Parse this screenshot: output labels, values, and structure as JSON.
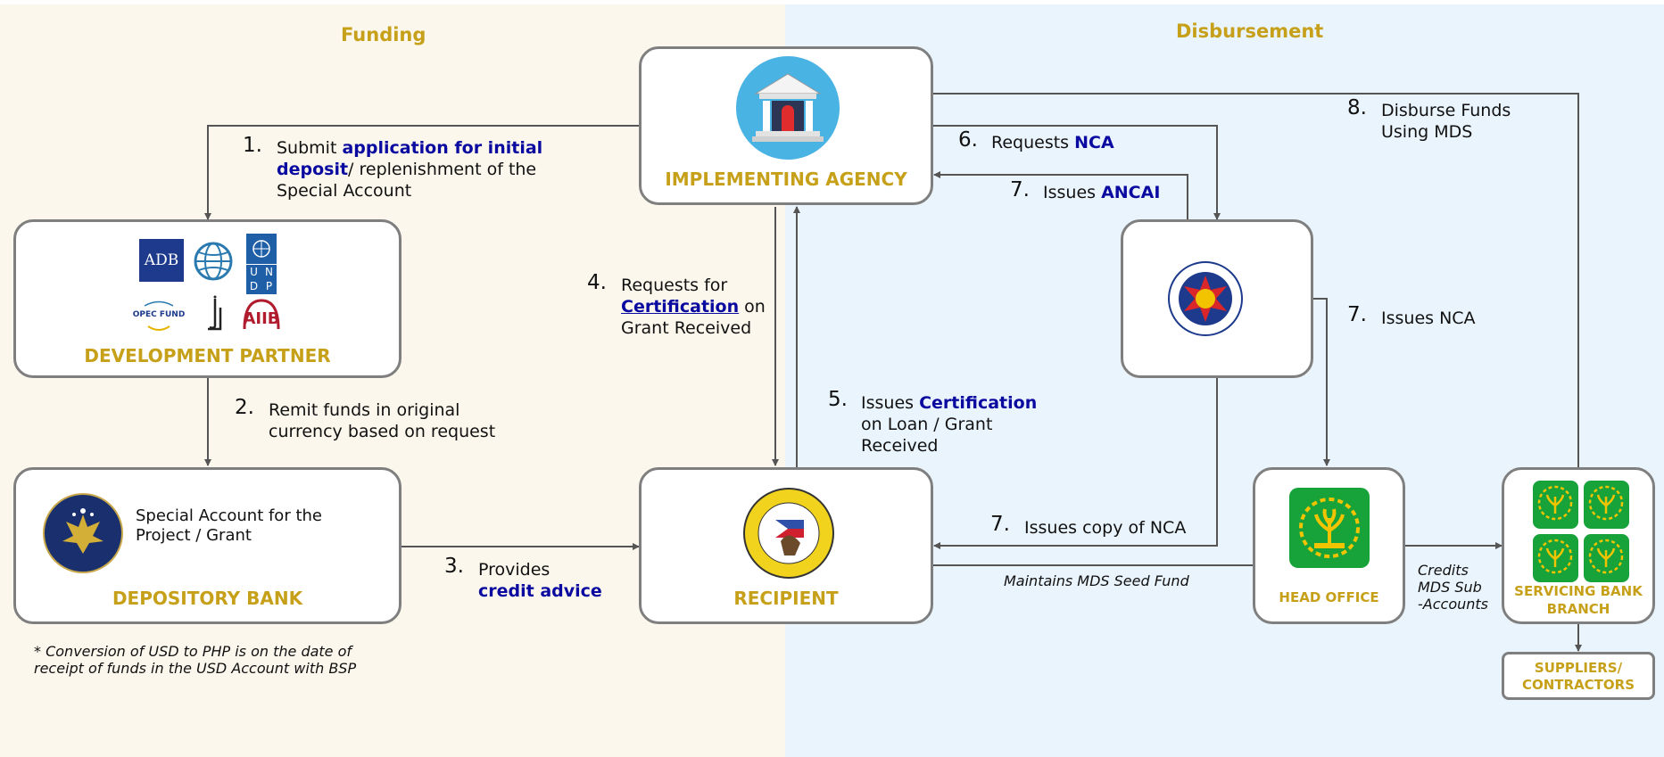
{
  "sections": {
    "funding": "Funding",
    "disbursement": "Disbursement"
  },
  "boxes": {
    "implementing_agency": "IMPLEMENTING AGENCY",
    "development_partner": "DEVELOPMENT PARTNER",
    "depository_bank": "DEPOSITORY BANK",
    "depository_desc_1": "Special Account for the",
    "depository_desc_2": "Project / Grant",
    "recipient": "RECIPIENT",
    "dbm": "",
    "head_office": "HEAD OFFICE",
    "servicing_bank_1": "SERVICING BANK",
    "servicing_bank_2": "BRANCH",
    "suppliers_1": "SUPPLIERS/",
    "suppliers_2": "CONTRACTORS"
  },
  "partner_logos": {
    "adb": "ADB",
    "undp": [
      "U",
      "N",
      "D",
      "P"
    ],
    "opec": "OPEC FUND",
    "aiib": "AIIB"
  },
  "steps": {
    "s1_num": "1.",
    "s1_a": "Submit ",
    "s1_b": "application for initial",
    "s1_c": "deposit",
    "s1_d": "/ replenishment of the",
    "s1_e": "Special Account",
    "s2_num": "2.",
    "s2_a": "Remit funds in original",
    "s2_b": "currency based on request",
    "s3_num": "3.",
    "s3_a": "Provides",
    "s3_b": "credit advice",
    "s4_num": "4.",
    "s4_a": "Requests for",
    "s4_b": "Certification",
    "s4_c": " on",
    "s4_d": "Grant Received",
    "s5_num": "5.",
    "s5_a": "Issues ",
    "s5_b": "Certification",
    "s5_c": "on Loan / Grant",
    "s5_d": "Received",
    "s6_num": "6.",
    "s6_a": "Requests ",
    "s6_b": "NCA",
    "s7a_num": "7.",
    "s7a_a": "Issues ",
    "s7a_b": "ANCAI",
    "s7b_num": "7.",
    "s7b_a": "Issues NCA",
    "s7c_num": "7.",
    "s7c_a": "Issues copy of NCA",
    "s8_num": "8.",
    "s8_a": "Disburse Funds",
    "s8_b": "Using MDS"
  },
  "notes": {
    "mds_seed": "Maintains MDS Seed Fund",
    "credits_1": "Credits",
    "credits_2": "MDS Sub",
    "credits_3": "-Accounts",
    "footnote_1": "* Conversion of USD to PHP is on the date of",
    "footnote_2": "receipt of funds in the USD Account with BSP"
  },
  "colors": {
    "accent_gold": "#c7a01a",
    "highlight_blue": "#0a0aa0",
    "line_gray": "#555555"
  }
}
